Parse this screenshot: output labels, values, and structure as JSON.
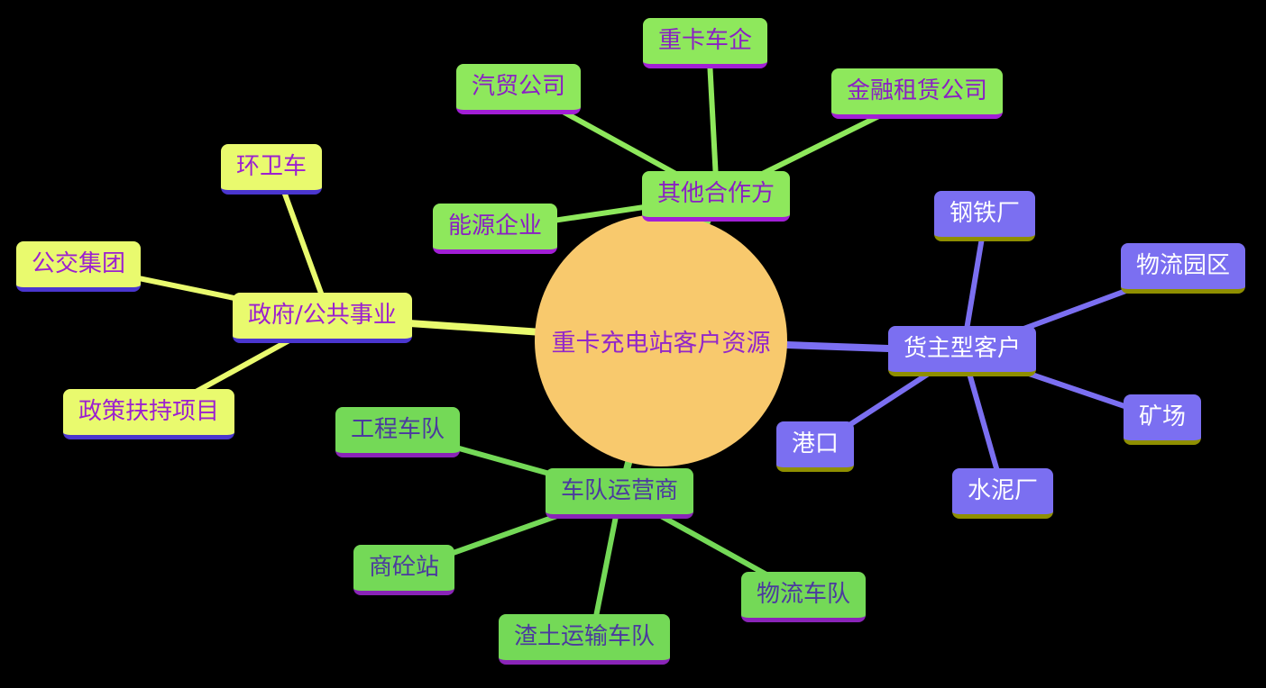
{
  "map": {
    "center": {
      "label": "重卡充电站客户资源"
    },
    "branches": [
      {
        "label": "其他合作方",
        "color": "#8ee85c",
        "children": [
          {
            "label": "汽贸公司"
          },
          {
            "label": "重卡车企"
          },
          {
            "label": "金融租赁公司"
          },
          {
            "label": "能源企业"
          }
        ]
      },
      {
        "label": "政府/公共事业",
        "color": "#e9fa6e",
        "children": [
          {
            "label": "环卫车"
          },
          {
            "label": "公交集团"
          },
          {
            "label": "政策扶持项目"
          }
        ]
      },
      {
        "label": "货主型客户",
        "color": "#7b6ff1",
        "children": [
          {
            "label": "钢铁厂"
          },
          {
            "label": "物流园区"
          },
          {
            "label": "矿场"
          },
          {
            "label": "水泥厂"
          },
          {
            "label": "港口"
          }
        ]
      },
      {
        "label": "车队运营商",
        "color": "#74d957",
        "children": [
          {
            "label": "工程车队"
          },
          {
            "label": "商砼站"
          },
          {
            "label": "渣土运输车队"
          },
          {
            "label": "物流车队"
          }
        ]
      }
    ],
    "colors": {
      "background": "#000000",
      "center_fill": "#f8c96d",
      "center_text": "#9327c9",
      "branch_top": "#8ee85c",
      "branch_left": "#e9fa6e",
      "branch_right": "#7b6ff1",
      "branch_bottom": "#74d957"
    }
  }
}
